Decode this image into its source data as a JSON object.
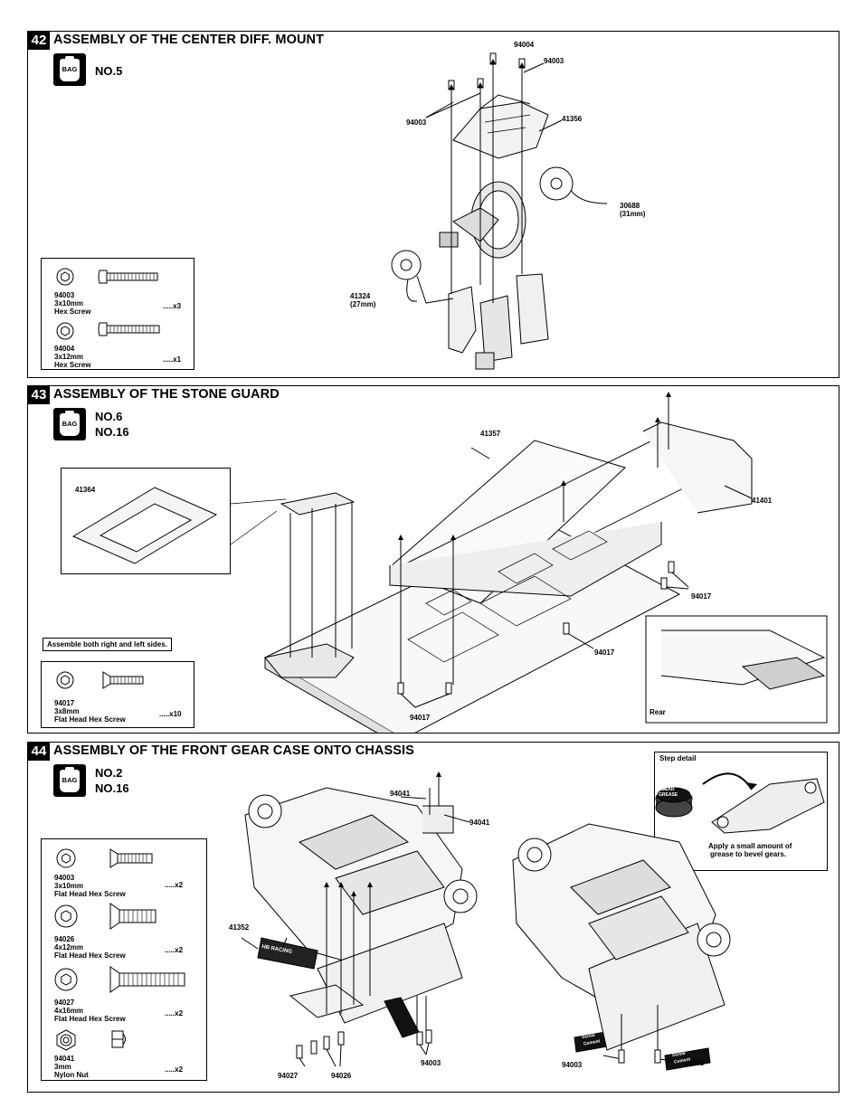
{
  "step42": {
    "num": "42",
    "title": "ASSEMBLY OF THE CENTER DIFF. MOUNT",
    "bag_label": "BAG",
    "bag_no": "NO.5",
    "parts": [
      {
        "code": "94003",
        "size": "3x10mm",
        "desc": "Hex Screw",
        "qty": ".....x3"
      },
      {
        "code": "94004",
        "size": "3x12mm",
        "desc": "Hex Screw",
        "qty": ".....x1"
      }
    ],
    "labels": {
      "l94004": "94004",
      "l94003a": "94003",
      "l94003b": "94003",
      "l41356": "41356",
      "l30688": "30688",
      "l31mm": "(31mm)",
      "l41324": "41324",
      "l27mm": "(27mm)"
    }
  },
  "step43": {
    "num": "43",
    "title": "ASSEMBLY OF THE STONE GUARD",
    "bag_label": "BAG",
    "bag_no": [
      "NO.6",
      "NO.16"
    ],
    "note": "Assemble both right and left sides.",
    "parts": [
      {
        "code": "94017",
        "size": "3x8mm",
        "desc": "Flat Head Hex Screw",
        "qty": ".....x10"
      }
    ],
    "labels": {
      "l41357": "41357",
      "l41364": "41364",
      "l41401": "41401",
      "l94017a": "94017",
      "l94017b": "94017",
      "l94017c": "94017",
      "rear": "Rear"
    }
  },
  "step44": {
    "num": "44",
    "title": "ASSEMBLY OF THE FRONT GEAR CASE ONTO CHASSIS",
    "bag_label": "BAG",
    "bag_no": [
      "NO.2",
      "NO.16"
    ],
    "parts": [
      {
        "code": "94003",
        "size": "3x10mm",
        "desc": "Flat Head Hex Screw",
        "qty": ".....x2"
      },
      {
        "code": "94026",
        "size": "4x12mm",
        "desc": "Flat Head Hex Screw",
        "qty": ".....x2"
      },
      {
        "code": "94027",
        "size": "4x16mm",
        "desc": "Flat Head Hex Screw",
        "qty": ".....x2"
      },
      {
        "code": "94041",
        "size": "3mm",
        "desc": "Nylon Nut",
        "qty": ".....x2"
      }
    ],
    "step_detail": {
      "title": "Step detail",
      "note1": "Apply a small  amount of",
      "note2": "grease to bevel gears.",
      "jar1": "GEAR",
      "jar2": "GREASE"
    },
    "labels": {
      "l94041a": "94041",
      "l94041b": "94041",
      "l41352": "41352",
      "l94027": "94027",
      "l94026": "94026",
      "l94003a": "94003",
      "l94003b": "94003",
      "l94003c": "94003",
      "stone": "HB RACING",
      "sc1": "Screw",
      "sc2": "Cement"
    }
  },
  "colors": {
    "ink": "#000000",
    "paper": "#ffffff",
    "gray": "#bdbdbd"
  }
}
